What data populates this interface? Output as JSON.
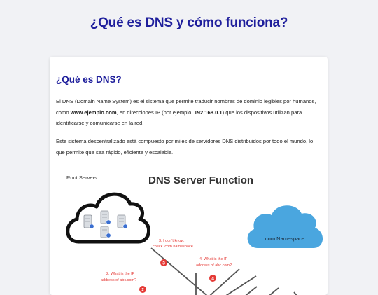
{
  "page": {
    "title": "¿Qué es DNS y cómo funciona?"
  },
  "section": {
    "heading": "¿Qué es DNS?",
    "p1": {
      "t1": "El DNS (Domain Name System) es el sistema que permite traducir nombres de dominio legibles por humanos, como ",
      "b1": "www.ejemplo.com",
      "t2": ", en direcciones IP (por ejemplo, ",
      "b2": "192.168.0.1",
      "t3": ") que los dispositivos utilizan para identificarse y comunicarse en la red."
    },
    "p2": "Este sistema descentralizado está compuesto por miles de servidores DNS distribuidos por todo el mundo, lo que permite que sea rápido, eficiente y escalable."
  },
  "diagram": {
    "title": "DNS Server Function",
    "root_label": "Root Servers",
    "namespace_label": ".com Namespace",
    "steps": [
      {
        "num": "3",
        "line1": "3. I don't know,",
        "line2": "check .com namespace"
      },
      {
        "num": "2",
        "line1": "2. What is the IP",
        "line2": "address of abc.com?"
      },
      {
        "num": "4",
        "line1": "4. What is the IP",
        "line2": "address of abc.com?"
      }
    ],
    "colors": {
      "cloud_blue": "#4aa6df",
      "step_red": "#e53935",
      "arrow": "#555555"
    }
  }
}
